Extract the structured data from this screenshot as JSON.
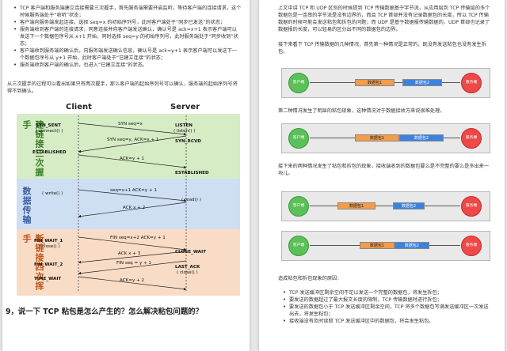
{
  "left": {
    "bullets": [
      "TCP 客户端和服务端建立连接需要三次握手，首先服务端需要开启监听，等待客户端的连接请求，这个时候服务端处于“收听”状态；",
      "客户端向服务端发起连接，选择 seq=x 的初始序列号，此时客户端处于“同步已发送”的状态；",
      "服务端收到客户端的连接请求，同意连接并向客户端发送确认，确认号是 ack=x+1 表示客户端可以发送下一个数据包序号从 x+1 开始，同时选择 seq=y 的初始序列号，此时服务端处于“同步收到”状态；",
      "客户端收到服务端的确认后，向服务端发送确认信息，确认号是 ack=y+1 表示客户端可以发送下一个数据包序号从 y+1 开始，此时客户端处于“已建立连接”的状态；",
      "服务端收到客户端的确认后，也进入“已建立连接”的状态。"
    ],
    "para": "从三次握手的过程可以看出如果只有两次握手，那么客户端的起始序列号可以确认，服务端的起始序列号将得不到确认。",
    "diagram": {
      "client": "Client",
      "server": "Server",
      "band1": "建链接三次握手",
      "band2": "数据传输",
      "band3": "断链接四次挥手",
      "syn_sent": "SYN_SENT",
      "connect": "( connect() )",
      "listen": "LISTEN",
      "listen_call": "( listen() )",
      "syn_rcvd": "SYN_RCVD",
      "established_c": "ESTABLISHED",
      "established_s": "ESTABLISHED",
      "m1": "SYN seq=x",
      "m2": "SYN seq=y, ACK=x + 1",
      "m3": "ACK=y + 1",
      "write": "( write() )",
      "read": "( read() )",
      "m4": "seq=x+1 ACK=y + 1",
      "m5": "ACK x + 2",
      "fin_wait1": "FIN_WAIT_1",
      "close_c": "( close() )",
      "m6": "FIN seq=x+2 ACK=y + 1",
      "close_wait": "CLOSE_WAIT",
      "m7": "ACK x + 3",
      "fin_wait2": "FIN_WAIT_2",
      "m8": "FIN seq = y + 1",
      "last_ack": "LAST_ACK",
      "close_s": "( close() )",
      "time_wait": "TIME_WAIT",
      "m9": "ACK=y + 2"
    },
    "title": "9，说一下 TCP 粘包是怎么产生的？怎么解决粘包问题的？"
  },
  "right": {
    "intro": "上文中讲 TCP 和 UDP 区别的时候提到 TCP 传输数据基于字节流，从应用层到 TCP 传输层的多个数据包是一连串的字节流是没有边界的，而且 TCP 首部并没有记录数据包的长度，所以 TCP 传输数据的时候可能会发送粘包和拆包的问题；而 UDP 是基于数据报传输数据的，UDP 首部也记录了数据报的长度，可以轻易的区分出不同的数据包的边界。",
    "case1": "接下来看下 TCP 传输数据的几种情况，首先第一种情况是正常的，既没有发送粘包也没有发生拆包。",
    "case2": "第二种情况发生了明显的粘包现象，这种情况对于数据接收方来说很难处理。",
    "case3": "接下来的两种情况发生了粘包和拆包的现象，接收端收到的数据包要么是不完整的要么是多出来一块儿。",
    "client": "客户端",
    "server": "服务端",
    "pkt1": "数据包1",
    "pkt2": "数据包2",
    "causes_title": "造成粘包和拆包现象的原因：",
    "causes": [
      "TCP 发送缓冲区剩余空间不足以发送一个完整的数据包，将发生拆包；",
      "要发送的数据超过了最大报文长度的限制，TCP 传输数据时进行拆包；",
      "要发送的数据包小于 TCP 发送缓冲区剩余空间，TCP 将多个数据包写满发送缓冲区一次发送出去，将发生粘包；",
      "接收端没有及时读取 TCP 发送缓冲区中的数据包，将会发生粘包。"
    ]
  },
  "colors": {
    "band_green": "#d6ecc5",
    "band_blue": "#cfdff3",
    "band_orange": "#f9dcc6",
    "band1_text": "#3c7d28",
    "band2_text": "#3a5fa0",
    "band3_text": "#c0571d",
    "packet_orange": "#f39c4a",
    "packet_blue": "#3b82e0",
    "client_green": "#5cc05a",
    "server_red": "#ee4848"
  }
}
